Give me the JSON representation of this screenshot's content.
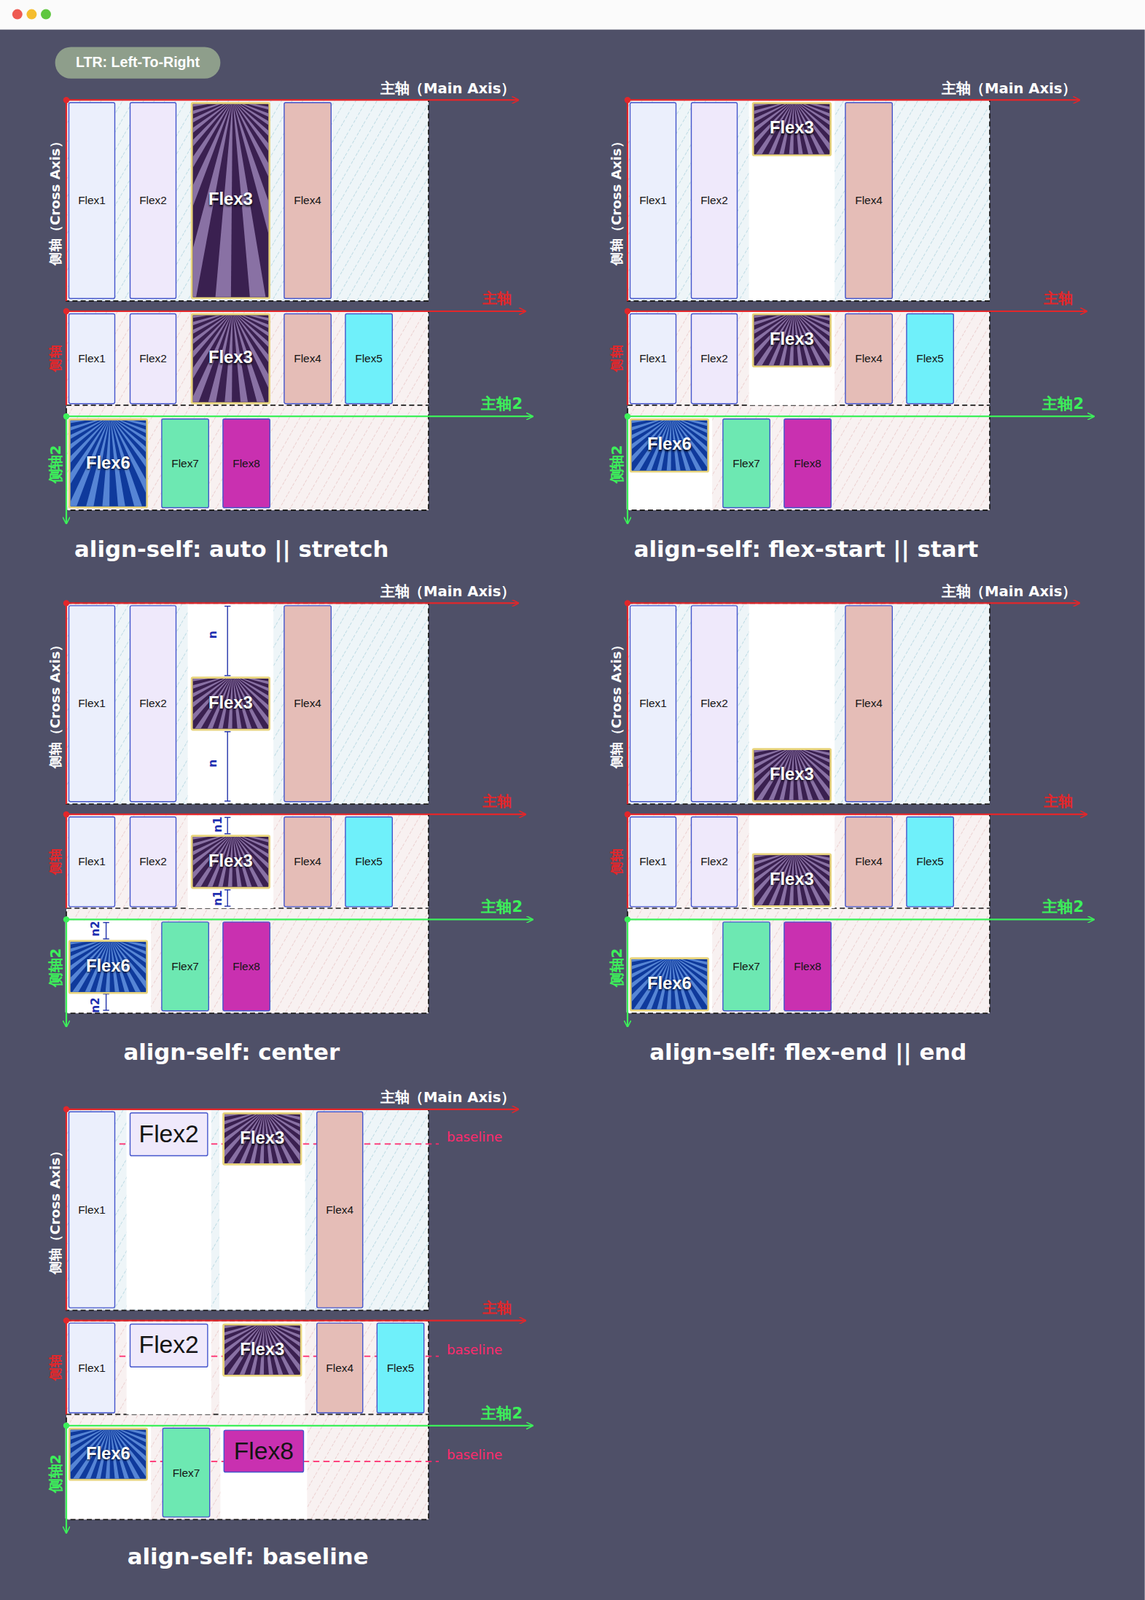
{
  "diagram": {
    "nodes": [
      {
        "text": [
          "LTR: Left-To-Right"
        ]
      },
      {
        "text": [
          "Flex1"
        ]
      },
      {
        "text": [
          "Flex2"
        ]
      },
      {
        "text": [
          "Flex3"
        ]
      },
      {
        "text": [
          "Flex4"
        ]
      },
      {
        "text": [
          "Flex1"
        ]
      },
      {
        "text": [
          "Flex2"
        ]
      },
      {
        "text": [
          "Flex3"
        ]
      },
      {
        "text": [
          "Flex4"
        ]
      },
      {
        "text": [
          "Flex5"
        ]
      },
      {
        "text": [
          "Flex6"
        ]
      },
      {
        "text": [
          "Flex7"
        ]
      },
      {
        "text": [
          "Flex8"
        ]
      },
      {
        "text": [
          "Flex1"
        ]
      },
      {
        "text": [
          "Flex2"
        ]
      },
      {
        "text": [
          "Flex3"
        ]
      },
      {
        "text": [
          "Flex4"
        ]
      },
      {
        "text": [
          "Flex1"
        ]
      },
      {
        "text": [
          "Flex2"
        ]
      },
      {
        "text": [
          "Flex3"
        ]
      },
      {
        "text": [
          "Flex4"
        ]
      },
      {
        "text": [
          "Flex5"
        ]
      },
      {
        "text": [
          "Flex6"
        ]
      },
      {
        "text": [
          "Flex7"
        ]
      },
      {
        "text": [
          "Flex8"
        ]
      },
      {
        "text": [
          "Flex1"
        ]
      },
      {
        "text": [
          "Flex2"
        ]
      },
      {
        "text": [
          "Flex3"
        ]
      },
      {
        "text": [
          "Flex4"
        ]
      },
      {
        "text": [
          "Flex1"
        ]
      },
      {
        "text": [
          "Flex2"
        ]
      },
      {
        "text": [
          "Flex3"
        ]
      },
      {
        "text": [
          "Flex4"
        ]
      },
      {
        "text": [
          "Flex5"
        ]
      },
      {
        "text": [
          "Flex6"
        ]
      },
      {
        "text": [
          "Flex7"
        ]
      },
      {
        "text": [
          "Flex8"
        ]
      },
      {
        "text": [
          "Flex1"
        ]
      },
      {
        "text": [
          "Flex2"
        ]
      },
      {
        "text": [
          "Flex3"
        ]
      },
      {
        "text": [
          "Flex4"
        ]
      },
      {
        "text": [
          "Flex1"
        ]
      },
      {
        "text": [
          "Flex2"
        ]
      },
      {
        "text": [
          "Flex3"
        ]
      },
      {
        "text": [
          "Flex4"
        ]
      },
      {
        "text": [
          "Flex5"
        ]
      },
      {
        "text": [
          "Flex6"
        ]
      },
      {
        "text": [
          "Flex7"
        ]
      },
      {
        "text": [
          "Flex8"
        ]
      },
      {
        "text": [
          "Flex1"
        ]
      },
      {
        "text": [
          "Flex2"
        ]
      },
      {
        "text": [
          "Flex3"
        ]
      },
      {
        "text": [
          "Flex4"
        ]
      },
      {
        "text": [
          "Flex1"
        ]
      },
      {
        "text": [
          "Flex2"
        ]
      },
      {
        "text": [
          "Flex3"
        ]
      },
      {
        "text": [
          "Flex4"
        ]
      },
      {
        "text": [
          "Flex5"
        ]
      },
      {
        "text": [
          "Flex6"
        ]
      },
      {
        "text": [
          "Flex7"
        ]
      },
      {
        "text": [
          "Flex8"
        ]
      }
    ],
    "labels": [
      "主轴（Main Axis）",
      "侧轴（Cross Axis）",
      "主轴",
      "侧轴",
      "主轴2",
      "侧轴2",
      "align-self: auto || stretch",
      "主轴（Main Axis）",
      "侧轴（Cross Axis）",
      "主轴",
      "侧轴",
      "主轴2",
      "侧轴2",
      "align-self: flex-start || start",
      "主轴（Main Axis）",
      "侧轴（Cross Axis）",
      "主轴",
      "侧轴",
      "主轴2",
      "侧轴2",
      "n",
      "n",
      "n1",
      "n1",
      "n2",
      "n2",
      "align-self: center",
      "主轴（Main Axis）",
      "侧轴（Cross Axis）",
      "主轴",
      "侧轴",
      "主轴2",
      "侧轴2",
      "align-self: flex-end || end",
      "主轴（Main Axis）",
      "侧轴（Cross Axis）",
      "主轴",
      "侧轴",
      "主轴2",
      "侧轴2",
      "baseline",
      "baseline",
      "baseline",
      "align-self: baseline"
    ]
  }
}
